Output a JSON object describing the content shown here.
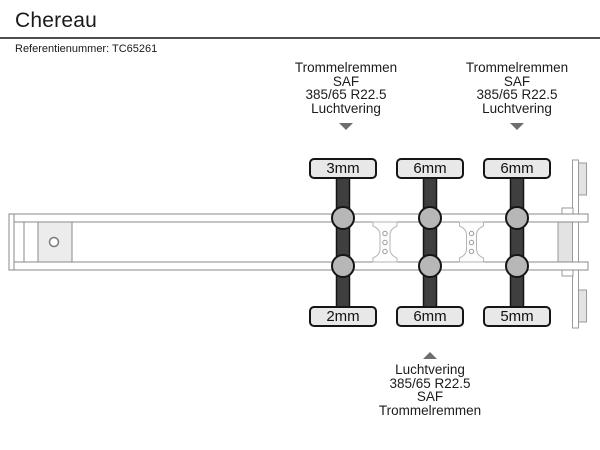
{
  "header": {
    "title": "Chereau",
    "reference_label": "Referentienummer:",
    "reference_value": "TC65261"
  },
  "annotations": {
    "axle1_top": {
      "lines": [
        "Trommelremmen",
        "SAF",
        "385/65 R22.5",
        "Luchtvering"
      ]
    },
    "axle3_top": {
      "lines": [
        "Trommelremmen",
        "SAF",
        "385/65 R22.5",
        "Luchtvering"
      ]
    },
    "axle2_bottom": {
      "lines": [
        "Luchtvering",
        "385/65 R22.5",
        "SAF",
        "Trommelremmen"
      ]
    }
  },
  "measurements": {
    "top": [
      "3mm",
      "6mm",
      "6mm"
    ],
    "bottom": [
      "2mm",
      "6mm",
      "5mm"
    ]
  },
  "colors": {
    "measurement_box_bg": "#e8e8e8",
    "measurement_box_border": "#151515",
    "tire_bar": "#3f3f3f",
    "hub_fill": "#b7b7b7",
    "chassis_outline": "#8a8a8a",
    "arrow": "#6e6e6e"
  }
}
